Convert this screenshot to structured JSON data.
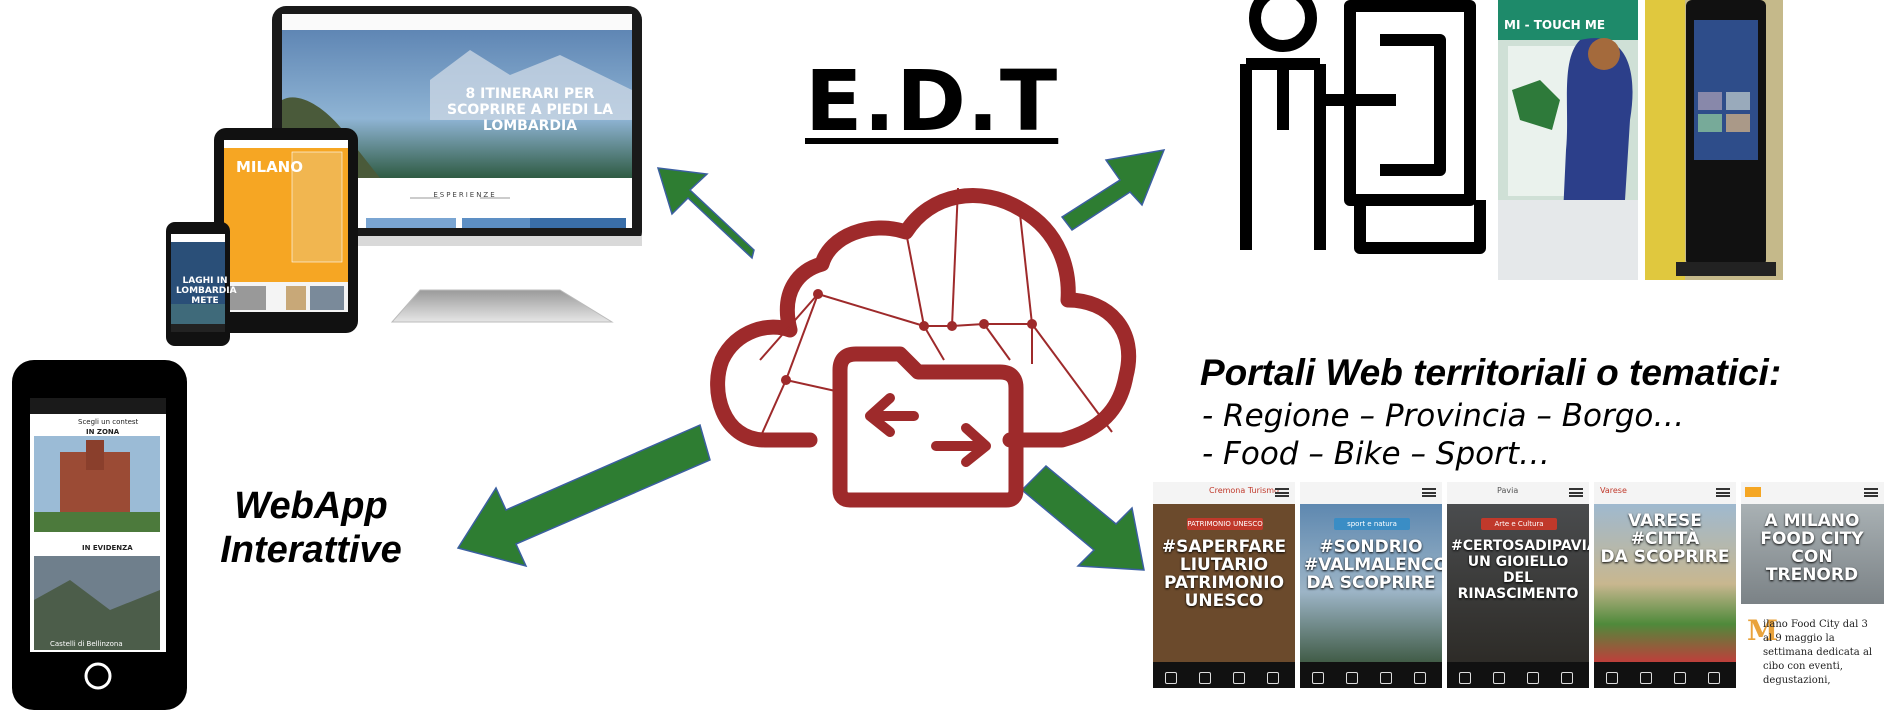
{
  "title": "E.D.T",
  "webapp_label": [
    "WebApp",
    "Interattive"
  ],
  "portali": {
    "heading": "Portali Web territoriali o tematici:",
    "bullets": [
      "- Regione – Provincia – Borgo…",
      "- Food – Bike – Sport…"
    ]
  },
  "monitor": {
    "headline": [
      "8 ITINERARI PER",
      "SCOPRIRE A PIEDI LA",
      "LOMBARDIA"
    ],
    "section": "ESPERIENZE"
  },
  "tablet": {
    "headline": "MILANO"
  },
  "phone": {
    "headline": [
      "LAGHI IN",
      "LOMBARDIA",
      "METE"
    ]
  },
  "webapp_phone": {
    "search": "Scegli un contest",
    "zone": "IN ZONA",
    "featured": "IN EVIDENZA",
    "item": "Castelli di Bellinzona"
  },
  "kiosk": {
    "label": "MI - TOUCH ME"
  },
  "cards": [
    {
      "badge": "PATRIMONIO UNESCO",
      "caption": [
        "#SAPERFARE",
        "LIUTARIO",
        "PATRIMONIO",
        "UNESCO"
      ],
      "brand": "Cremona Turismo",
      "photo": "#6b4a2c",
      "badge_color": "#c0392b"
    },
    {
      "badge": "sport e natura",
      "caption": [
        "#SONDRIO",
        "#VALMALENCO",
        "DA SCOPRIRE"
      ],
      "brand": "",
      "photo": "#7d9bb0",
      "badge_color": "#3a8dc5"
    },
    {
      "badge": "Arte e Cultura",
      "caption": [
        "#CERTOSADIPAVIA",
        "UN GIOIELLO DEL",
        "RINASCIMENTO"
      ],
      "brand": "Pavia",
      "photo": "#3b3a33",
      "badge_color": "#c0392b"
    },
    {
      "badge": "",
      "caption": [
        "VARESE #CITTÀ",
        "DA SCOPRIRE"
      ],
      "brand": "Varese",
      "photo": "#8fa867",
      "badge_color": "#c0392b"
    },
    {
      "badge": "",
      "caption": [
        "A MILANO",
        "FOOD CITY CON",
        "TRENORD"
      ],
      "brand": "",
      "photo": "#9aa3a6",
      "badge_color": "#c0392b"
    }
  ],
  "food_card_text": {
    "initial": "M",
    "body": "ilano Food City dal 3 al 9 maggio la settimana dedicata al cibo con eventi, degustazioni, appuntamenti di arte"
  },
  "colors": {
    "arrow": "#2e7d32",
    "arrow_stroke": "#3b5fa0",
    "cloud": "#9e2a2b",
    "accent_orange": "#f5a623"
  }
}
